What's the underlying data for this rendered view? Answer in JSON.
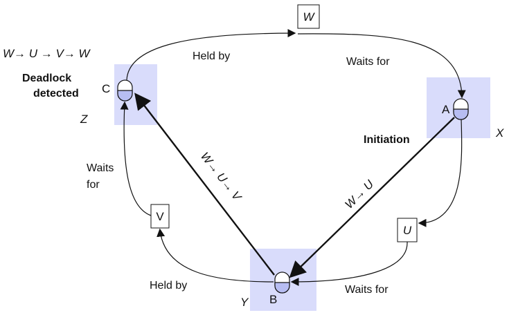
{
  "colors": {
    "site_fill": "#d9dcfb",
    "line": "#111111",
    "token_fill": "#ffffff",
    "token_half": "#b7bdf2"
  },
  "sites": {
    "Z": {
      "letter": "Z",
      "node": "C"
    },
    "X": {
      "letter": "X",
      "node": "A"
    },
    "Y": {
      "letter": "Y",
      "node": "B"
    }
  },
  "objects": {
    "top": "W",
    "right": "U",
    "left": "V"
  },
  "edges": {
    "c_to_w": "Held by",
    "w_to_a": "Waits for",
    "a_to_u": "Waits for",
    "b_to_v": "Held by",
    "v_to_c": {
      "line1": "Waits",
      "line2": "for"
    }
  },
  "paths": {
    "a_to_b": "W→ U",
    "b_to_c": "W→ U→ V",
    "final": "W→ U →  V→ W"
  },
  "status": {
    "deadlock_line1": "Deadlock",
    "deadlock_line2": "detected",
    "initiation": "Initiation"
  }
}
